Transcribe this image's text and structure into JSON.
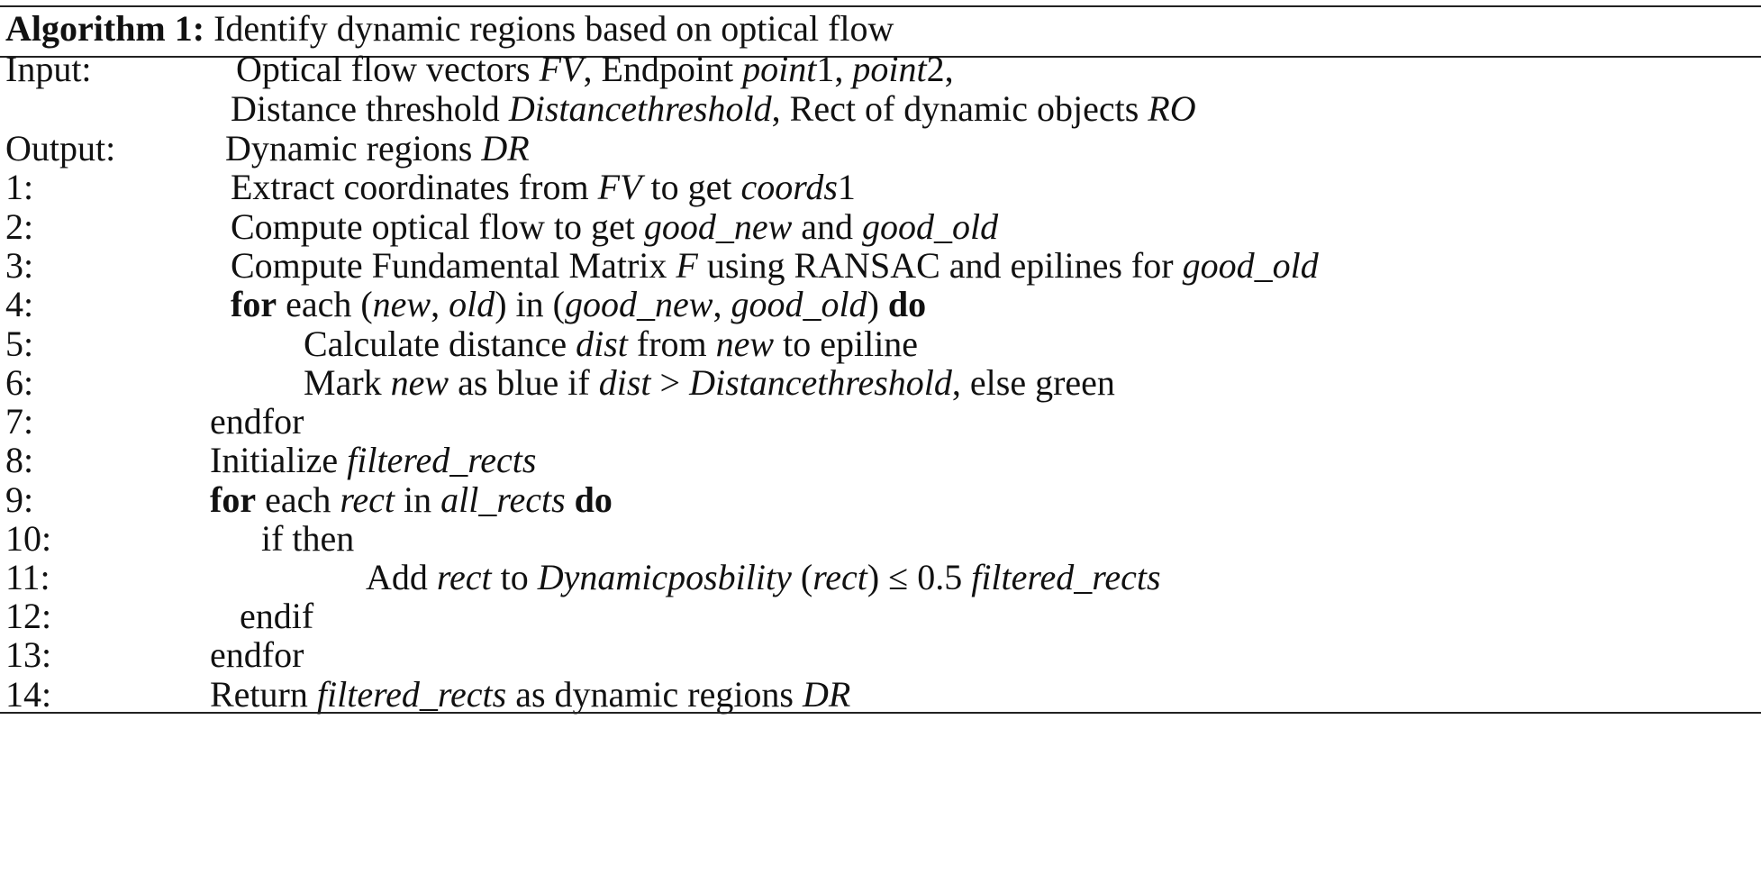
{
  "algorithm": {
    "label": "Algorithm 1:",
    "title": "Identify dynamic regions based on optical flow"
  },
  "input": {
    "label": "Input:",
    "line1": {
      "t1": "Optical flow vectors ",
      "v1": "FV",
      "t2": ", Endpoint ",
      "v2": "point",
      "t3": "1, ",
      "v3": "point",
      "t4": "2,"
    },
    "line2": {
      "t1": "Distance threshold ",
      "v1": "Distancethreshold",
      "t2": ", Rect  of dynamic objects ",
      "v2": "RO"
    }
  },
  "output": {
    "label": "Output:",
    "t1": "Dynamic regions ",
    "v1": "DR"
  },
  "steps": {
    "s1": {
      "num": "1:",
      "t1": "Extract coordinates from ",
      "v1": "FV",
      "t2": "  to get ",
      "v2": "coords",
      "t3": "1"
    },
    "s2": {
      "num": "2:",
      "t1": "Compute optical flow to get ",
      "v1": "good_new",
      "t2": "  and ",
      "v2": "good_old"
    },
    "s3": {
      "num": "3:",
      "t1": "Compute Fundamental Matrix ",
      "v1": "F",
      "t2": "  using RANSAC and epilines  for ",
      "v2": "good_old"
    },
    "s4": {
      "num": "4:",
      "k1": "for",
      "t1": " each (",
      "v1": "new",
      "t2": ", ",
      "v2": "old",
      "t3": ")  in (",
      "v3": "good_new",
      "t4": ", ",
      "v4": "good_old",
      "t5": ")  ",
      "k2": "do"
    },
    "s5": {
      "num": "5:",
      "t1": "Calculate distance ",
      "v1": "dist",
      "t2": "  from ",
      "v2": "new",
      "t3": "  to epiline"
    },
    "s6": {
      "num": "6:",
      "t1": "Mark ",
      "v1": "new",
      "t2": "  as blue if ",
      "v2": "dist",
      "t3": " > ",
      "v3": "Distancethreshold",
      "t4": ", else green"
    },
    "s7": {
      "num": "7:",
      "t1": "endfor"
    },
    "s8": {
      "num": "8:",
      "t1": "Initialize ",
      "v1": "filtered_rects"
    },
    "s9": {
      "num": "9:",
      "k1": "for",
      "t1": " each ",
      "v1": "rect",
      "t2": "  in ",
      "v2": "all_rects",
      "t3": "  ",
      "k2": "do"
    },
    "s10": {
      "num": "10:",
      "t1": "if then"
    },
    "s11": {
      "num": "11:",
      "t1": "Add ",
      "v1": "rect",
      "t2": "  to ",
      "v2": "Dynamicposbility",
      "t3": " (",
      "v3": "rect",
      "t4": ")  ≤ 0.5 ",
      "v4": "filtered_rects"
    },
    "s12": {
      "num": "12:",
      "t1": "endif"
    },
    "s13": {
      "num": "13:",
      "t1": "endfor"
    },
    "s14": {
      "num": "14:",
      "t1": "Return ",
      "v1": "filtered_rects",
      "t2": "  as dynamic regions ",
      "v2": "DR"
    }
  }
}
